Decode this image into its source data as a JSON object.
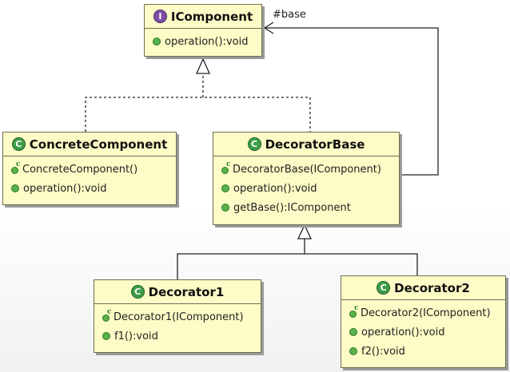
{
  "classes": {
    "icomponent": {
      "name": "IComponent",
      "kind_glyph": "I",
      "members": [
        "operation():void"
      ]
    },
    "concrete": {
      "name": "ConcreteComponent",
      "kind_glyph": "C",
      "constructor": "ConcreteComponent()",
      "members": [
        "operation():void"
      ]
    },
    "decoratorbase": {
      "name": "DecoratorBase",
      "kind_glyph": "C",
      "constructor": "DecoratorBase(IComponent)",
      "members": [
        "operation():void",
        "getBase():IComponent"
      ]
    },
    "decorator1": {
      "name": "Decorator1",
      "kind_glyph": "C",
      "constructor": "Decorator1(IComponent)",
      "members": [
        "f1():void"
      ]
    },
    "decorator2": {
      "name": "Decorator2",
      "kind_glyph": "C",
      "constructor": "Decorator2(IComponent)",
      "members": [
        "operation():void",
        "f2():void"
      ]
    }
  },
  "association": {
    "role": "#base"
  },
  "colors": {
    "class_fill": "#fdfbc6",
    "border": "#6f6f52",
    "interface_icon": "#7b4fa6",
    "class_icon": "#3f9d48",
    "public_member": "#58b24a"
  },
  "icons": {
    "interface": "interface-badge-icon",
    "class": "class-badge-icon",
    "method": "public-method-icon",
    "constructor": "constructor-icon"
  }
}
